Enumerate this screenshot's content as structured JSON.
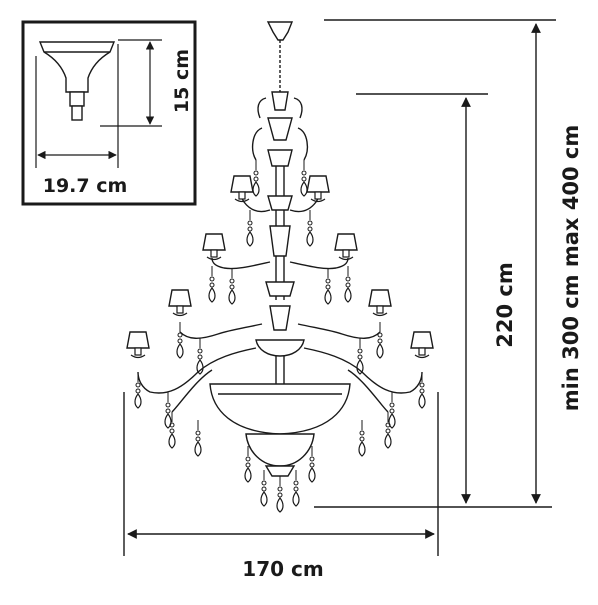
{
  "inset": {
    "height_label": "15 cm",
    "width_label": "19.7 cm"
  },
  "dimensions": {
    "width_label": "170 cm",
    "height_label": "220 cm",
    "total_height_label": "min 300 cm max 400 cm"
  }
}
